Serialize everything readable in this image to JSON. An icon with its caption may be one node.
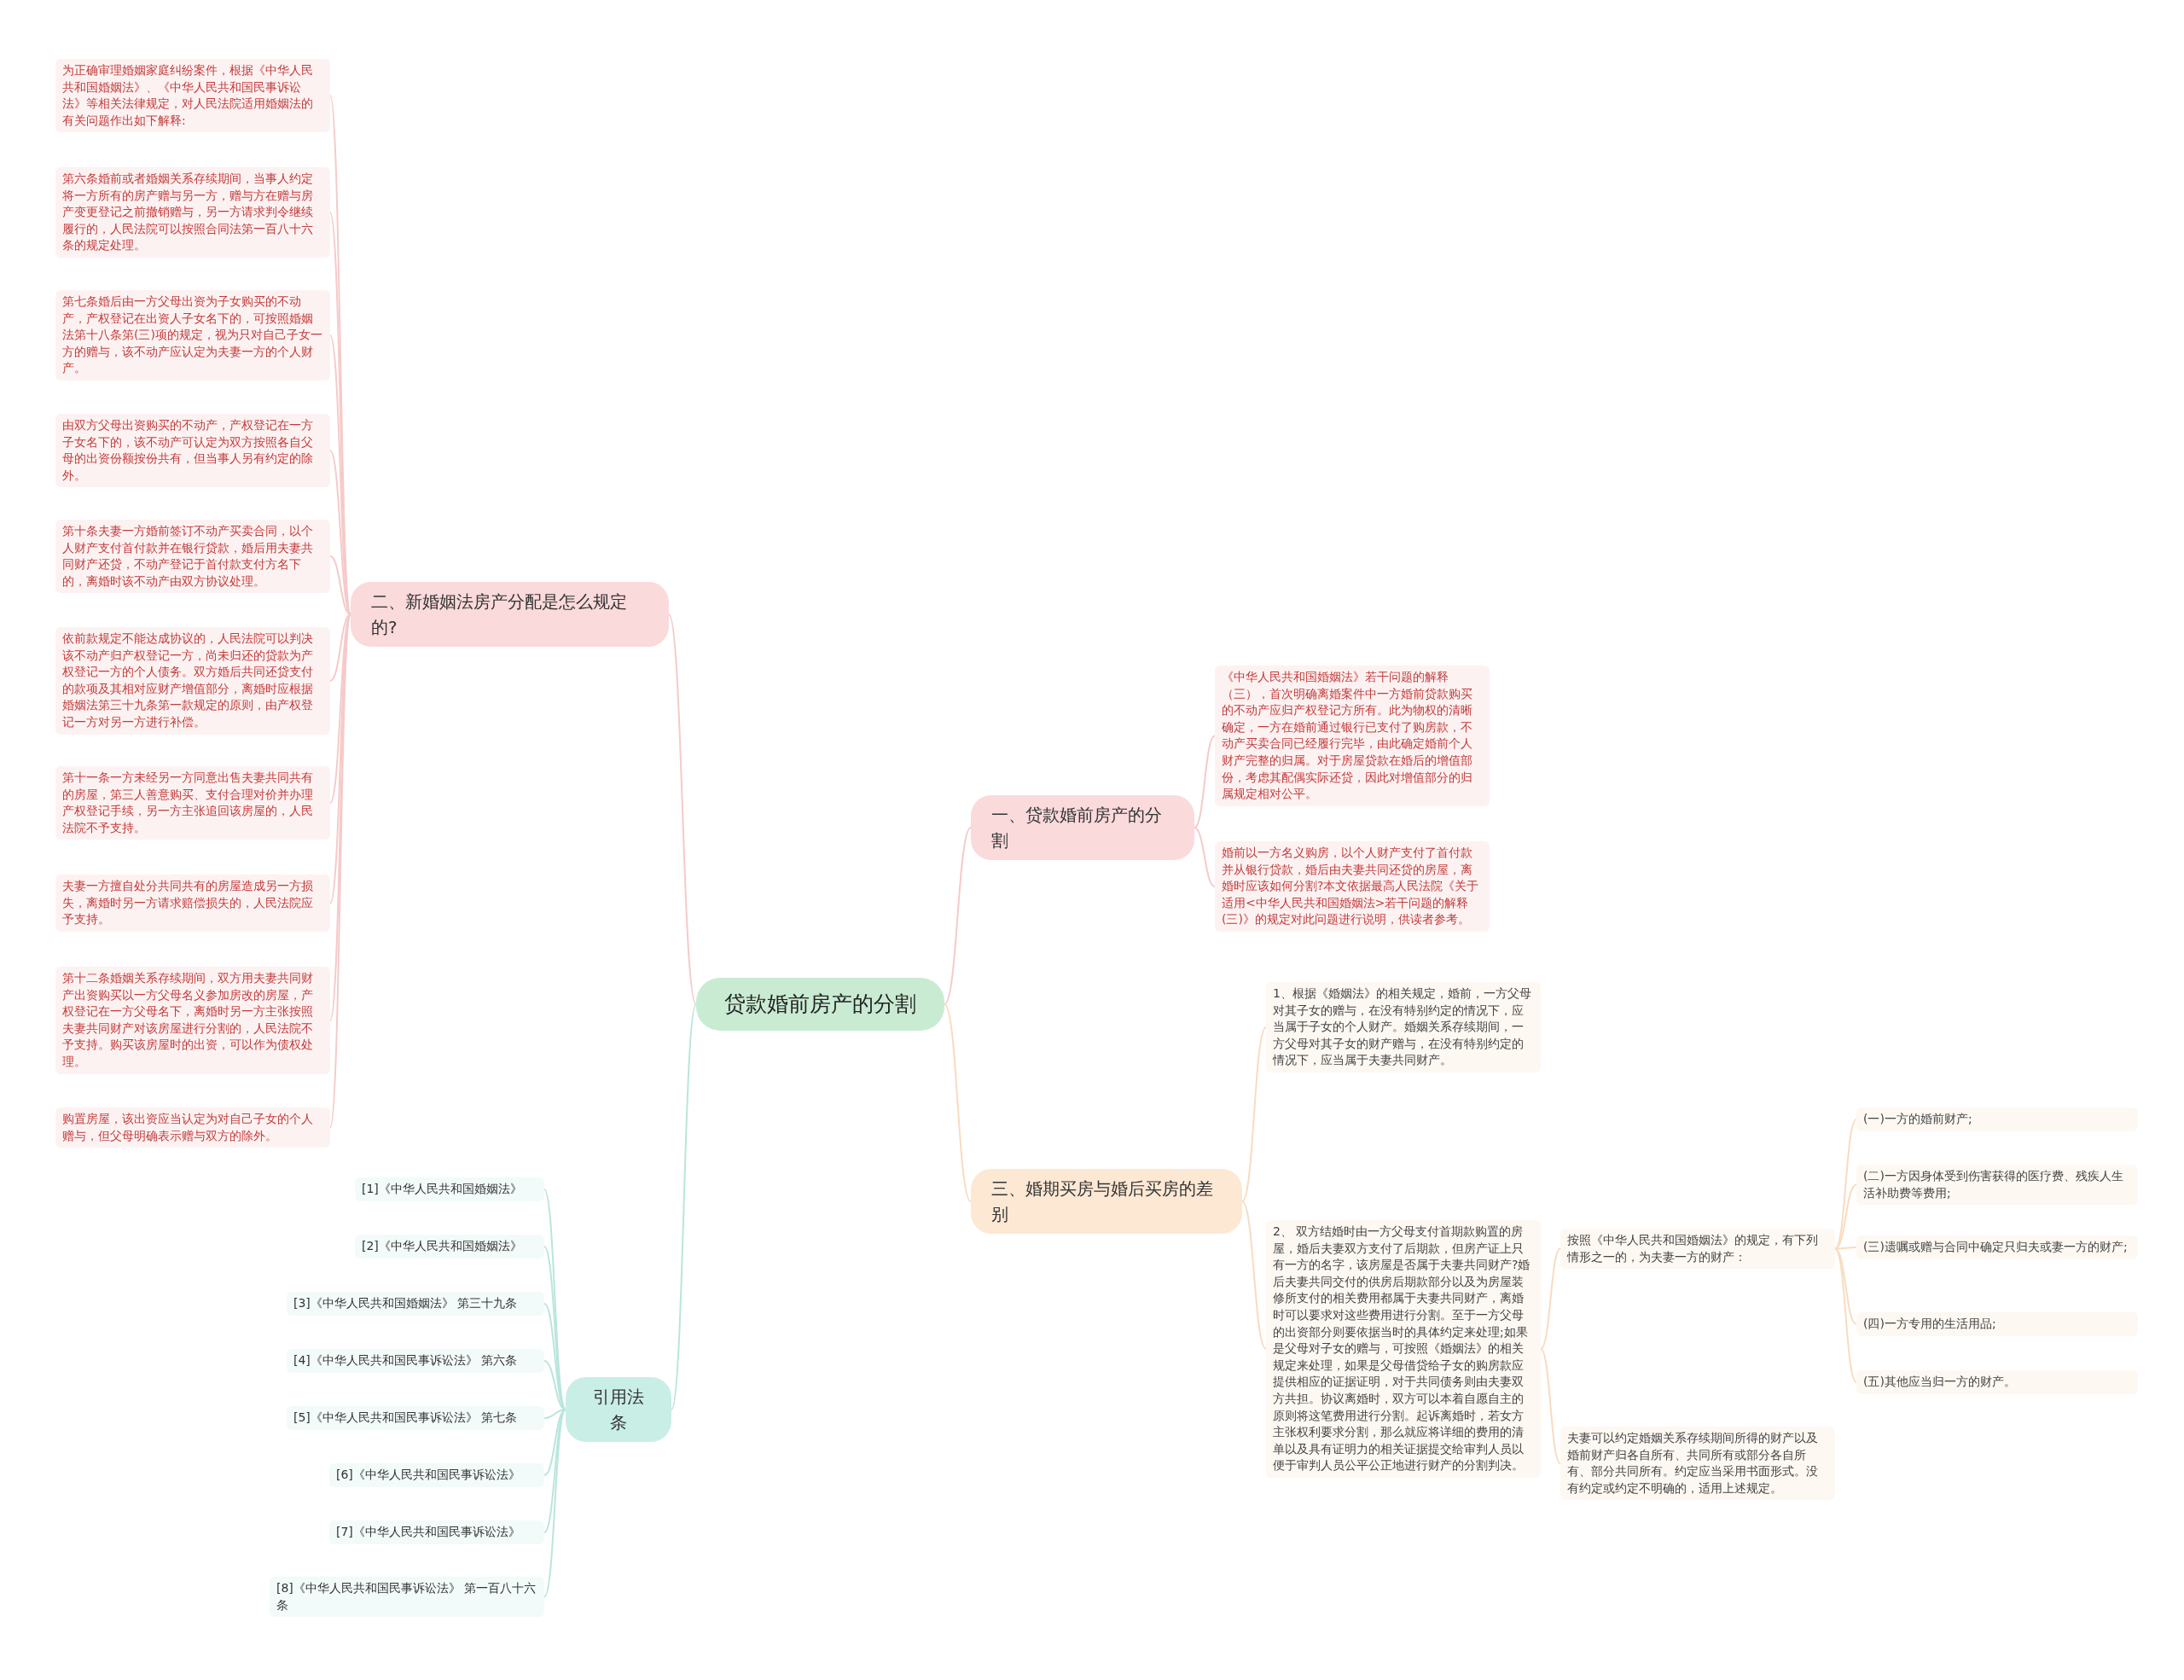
{
  "diagram": {
    "nodes": [
      {
        "text": [
          "贷款婚前房产的分割"
        ]
      },
      {
        "text": [
          "二、新婚姻法房产分配是怎么规定的?"
        ]
      },
      {
        "text": [
          "为正确审理婚姻家庭纠纷案件，根据《中华人民共和国婚姻法》、《中华人民共和国民事诉讼法》等相关法律规定，对人民法院适用婚姻法的有关问题作出如下解释:"
        ]
      },
      {
        "text": [
          "第六条婚前或者婚姻关系存续期间，当事人约定将一方所有的房产赠与另一方，赠与方在赠与房产变更登记之前撤销赠与，另一方请求判令继续履行的，人民法院可以按照合同法第一百八十六条的规定处理。"
        ]
      },
      {
        "text": [
          "第七条婚后由一方父母出资为子女购买的不动产，产权登记在出资人子女名下的，可按照婚姻法第十八条第(三)项的规定，视为只对自己子女一方的赠与，该不动产应认定为夫妻一方的个人财产。"
        ]
      },
      {
        "text": [
          "由双方父母出资购买的不动产，产权登记在一方子女名下的，该不动产可认定为双方按照各自父母的出资份额按份共有，但当事人另有约定的除外。"
        ]
      },
      {
        "text": [
          "第十条夫妻一方婚前签订不动产买卖合同，以个人财产支付首付款并在银行贷款，婚后用夫妻共同财产还贷，不动产登记于首付款支付方名下的，离婚时该不动产由双方协议处理。"
        ]
      },
      {
        "text": [
          "依前款规定不能达成协议的，人民法院可以判决该不动产归产权登记一方，尚未归还的贷款为产权登记一方的个人债务。双方婚后共同还贷支付的款项及其相对应财产增值部分，离婚时应根据婚姻法第三十九条第一款规定的原则，由产权登记一方对另一方进行补偿。"
        ]
      },
      {
        "text": [
          "第十一条一方未经另一方同意出售夫妻共同共有的房屋，第三人善意购买、支付合理对价并办理产权登记手续，另一方主张追回该房屋的，人民法院不予支持。"
        ]
      },
      {
        "text": [
          "夫妻一方擅自处分共同共有的房屋造成另一方损失，离婚时另一方请求赔偿损失的，人民法院应予支持。"
        ]
      },
      {
        "text": [
          "第十二条婚姻关系存续期间，双方用夫妻共同财产出资购买以一方父母名义参加房改的房屋，产权登记在一方父母名下，离婚时另一方主张按照夫妻共同财产对该房屋进行分割的，人民法院不予支持。购买该房屋时的出资，可以作为债权处理。"
        ]
      },
      {
        "text": [
          "购置房屋，该出资应当认定为对自己子女的个人赠与，但父母明确表示赠与双方的除外。"
        ]
      },
      {
        "text": [
          "一、贷款婚前房产的分割"
        ]
      },
      {
        "text": [
          "《中华人民共和国婚姻法》若干问题的解释（三），首次明确离婚案件中一方婚前贷款购买的不动产应归产权登记方所有。此为物权的清晰确定，一方在婚前通过银行已支付了购房款，不动产买卖合同已经履行完毕，由此确定婚前个人财产完整的归属。对于房屋贷款在婚后的增值部份，考虑其配偶实际还贷，因此对增值部分的归属规定相对公平。"
        ]
      },
      {
        "text": [
          "婚前以一方名义购房，以个人财产支付了首付款并从银行贷款，婚后由夫妻共同还贷的房屋，离婚时应该如何分割?本文依据最高人民法院《关于适用<中华人民共和国婚姻法>若干问题的解释(三)》的规定对此问题进行说明，供读者参考。"
        ]
      },
      {
        "text": [
          "三、婚期买房与婚后买房的差别"
        ]
      },
      {
        "text": [
          "1、根据《婚姻法》的相关规定，婚前，一方父母对其子女的赠与，在没有特别约定的情况下，应当属于子女的个人财产。婚姻关系存续期间，一方父母对其子女的财产赠与，在没有特别约定的情况下，应当属于夫妻共同财产。"
        ]
      },
      {
        "text": [
          "2、 双方结婚时由一方父母支付首期款购置的房屋，婚后夫妻双方支付了后期款，但房产证上只有一方的名字，该房屋是否属于夫妻共同财产?婚后夫妻共同交付的供房后期款部分以及为房屋装修所支付的相关费用都属于夫妻共同财产，离婚时可以要求对这些费用进行分割。至于一方父母的出资部分则要依据当时的具体约定来处理;如果是父母对子女的赠与，可按照《婚姻法》的相关规定来处理，如果是父母借贷给子女的购房款应提供相应的证据证明，对于共同债务则由夫妻双方共担。协议离婚时，双方可以本着自愿自主的原则将这笔费用进行分割。起诉离婚时，若女方主张权利要求分割，那么就应将详细的费用的清单以及具有证明力的相关证据提交给审判人员以便于审判人员公平公正地进行财产的分割判决。"
        ]
      },
      {
        "text": [
          "按照《中华人民共和国婚姻法》的规定，有下列情形之一的，为夫妻一方的财产："
        ]
      },
      {
        "text": [
          "夫妻可以约定婚姻关系存续期间所得的财产以及婚前财产归各自所有、共同所有或部分各自所有、部分共同所有。约定应当采用书面形式。没有约定或约定不明确的，适用上述规定。"
        ]
      },
      {
        "text": [
          "(一)一方的婚前财产;"
        ]
      },
      {
        "text": [
          "(二)一方因身体受到伤害获得的医疗费、残疾人生活补助费等费用;"
        ]
      },
      {
        "text": [
          "(三)遗嘱或赠与合同中确定只归夫或妻一方的财产;"
        ]
      },
      {
        "text": [
          "(四)一方专用的生活用品;"
        ]
      },
      {
        "text": [
          "(五)其他应当归一方的财产。"
        ]
      },
      {
        "text": [
          "引用法条"
        ]
      },
      {
        "text": [
          "[1]《中华人民共和国婚姻法》"
        ]
      },
      {
        "text": [
          "[2]《中华人民共和国婚姻法》"
        ]
      },
      {
        "text": [
          "[3]《中华人民共和国婚姻法》 第三十九条"
        ]
      },
      {
        "text": [
          "[4]《中华人民共和国民事诉讼法》 第六条"
        ]
      },
      {
        "text": [
          "[5]《中华人民共和国民事诉讼法》 第七条"
        ]
      },
      {
        "text": [
          "[6]《中华人民共和国民事诉讼法》"
        ]
      },
      {
        "text": [
          "[7]《中华人民共和国民事诉讼法》"
        ]
      },
      {
        "text": [
          "[8]《中华人民共和国民事诉讼法》 第一百八十六条"
        ]
      }
    ],
    "edges": [
      {
        "from": 0,
        "to": 1,
        "arrow": "none"
      },
      {
        "from": 1,
        "to": 2,
        "arrow": "none"
      },
      {
        "from": 1,
        "to": 3,
        "arrow": "none"
      },
      {
        "from": 1,
        "to": 4,
        "arrow": "none"
      },
      {
        "from": 1,
        "to": 5,
        "arrow": "none"
      },
      {
        "from": 1,
        "to": 6,
        "arrow": "none"
      },
      {
        "from": 1,
        "to": 7,
        "arrow": "none"
      },
      {
        "from": 1,
        "to": 8,
        "arrow": "none"
      },
      {
        "from": 1,
        "to": 9,
        "arrow": "none"
      },
      {
        "from": 1,
        "to": 10,
        "arrow": "none"
      },
      {
        "from": 1,
        "to": 11,
        "arrow": "none"
      },
      {
        "from": 0,
        "to": 12,
        "arrow": "none"
      },
      {
        "from": 12,
        "to": 13,
        "arrow": "none"
      },
      {
        "from": 12,
        "to": 14,
        "arrow": "none"
      },
      {
        "from": 0,
        "to": 15,
        "arrow": "none",
        "color": "#f8dcc0"
      },
      {
        "from": 15,
        "to": 16,
        "arrow": "none",
        "color": "#f8dcc0"
      },
      {
        "from": 15,
        "to": 17,
        "arrow": "none",
        "color": "#f8dcc0"
      },
      {
        "from": 17,
        "to": 18,
        "arrow": "none",
        "color": "#f8dcc0"
      },
      {
        "from": 17,
        "to": 19,
        "arrow": "none",
        "color": "#f8dcc0"
      },
      {
        "from": 18,
        "to": 20,
        "arrow": "none",
        "color": "#f8dcc0"
      },
      {
        "from": 18,
        "to": 21,
        "arrow": "none",
        "color": "#f8dcc0"
      },
      {
        "from": 18,
        "to": 22,
        "arrow": "none",
        "color": "#f8dcc0"
      },
      {
        "from": 18,
        "to": 23,
        "arrow": "none",
        "color": "#f8dcc0"
      },
      {
        "from": 18,
        "to": 24,
        "arrow": "none",
        "color": "#f8dcc0"
      },
      {
        "from": 0,
        "to": 25,
        "arrow": "none",
        "color": "#b9e6dc"
      },
      {
        "from": 25,
        "to": 26,
        "arrow": "none",
        "color": "#b9e6dc"
      },
      {
        "from": 25,
        "to": 27,
        "arrow": "none",
        "color": "#b9e6dc"
      },
      {
        "from": 25,
        "to": 28,
        "arrow": "none",
        "color": "#b9e6dc"
      },
      {
        "from": 25,
        "to": 29,
        "arrow": "none",
        "color": "#b9e6dc"
      },
      {
        "from": 25,
        "to": 30,
        "arrow": "none",
        "color": "#b9e6dc"
      },
      {
        "from": 25,
        "to": 31,
        "arrow": "none",
        "color": "#b9e6dc"
      },
      {
        "from": 25,
        "to": 32,
        "arrow": "none",
        "color": "#b9e6dc"
      },
      {
        "from": 25,
        "to": 33,
        "arrow": "none",
        "color": "#b9e6dc"
      }
    ]
  }
}
